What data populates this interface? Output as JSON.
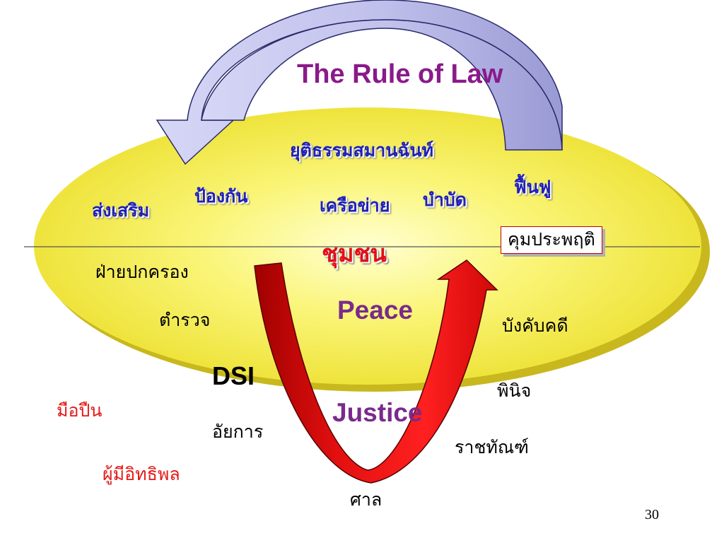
{
  "diagram": {
    "title": "The Rule of Law",
    "top_banner": "ยุติธรรมสมานฉันท์",
    "ellipse_labels": {
      "promote": "ส่งเสริม",
      "prevent": "ป้องกัน",
      "network": "เครือข่าย",
      "treat": "บำบัด",
      "restore": "ฟื้นฟู"
    },
    "center": "ชุมชน",
    "probation": "คุมประพฤติ",
    "left_agencies": {
      "administration": "ฝ่ายปกครอง",
      "police": "ตำรวจ",
      "dsi": "DSI",
      "prosecutor": "อัยการ"
    },
    "right_agencies": {
      "enforcement": "บังคับคดี",
      "juvenile": "พินิจ",
      "corrections": "ราชทัณฑ์"
    },
    "peace": "Peace",
    "justice": "Justice",
    "court": "ศาล",
    "threats": {
      "gunmen": "มือปืน",
      "influential": "ผู้มีอิทธิพล"
    },
    "page_number": "30"
  },
  "colors": {
    "ellipse": "#f7f25a",
    "ellipse_shadow": "#c9b820",
    "top_arrow": "#b4b4e4",
    "bottom_arrow": "#e01010",
    "title": "#8a1a8a",
    "thai_labels": "#1f20b8",
    "threats": "#e41a1a"
  }
}
